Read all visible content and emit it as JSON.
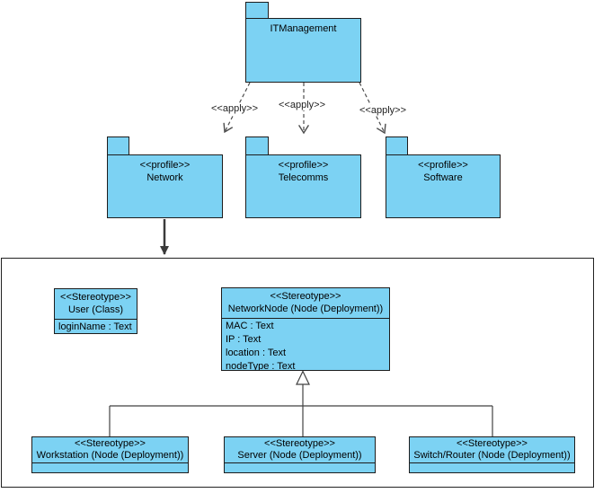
{
  "diagram": {
    "root_package": {
      "name": "ITManagement"
    },
    "dependencies": {
      "labels": [
        "<<apply>>",
        "<<apply>>",
        "<<apply>>"
      ]
    },
    "profiles": [
      {
        "stereotype": "<<profile>>",
        "name": "Network"
      },
      {
        "stereotype": "<<profile>>",
        "name": "Telecomms"
      },
      {
        "stereotype": "<<profile>>",
        "name": "Software"
      }
    ],
    "classes": {
      "user": {
        "keyword": "<<Stereotype>>",
        "name": "User (Class)",
        "attributes": [
          "loginName : Text"
        ]
      },
      "networkNode": {
        "keyword": "<<Stereotype>>",
        "name": "NetworkNode (Node (Deployment))",
        "attributes": [
          "MAC : Text",
          "IP : Text",
          "location : Text",
          "nodeType : Text"
        ]
      },
      "workstation": {
        "keyword": "<<Stereotype>>",
        "name": "Workstation (Node (Deployment))"
      },
      "server": {
        "keyword": "<<Stereotype>>",
        "name": "Server (Node (Deployment))"
      },
      "switchRouter": {
        "keyword": "<<Stereotype>>",
        "name": "Switch/Router (Node (Deployment))"
      }
    },
    "colors": {
      "node_fill": "#7CD2F3",
      "node_border": "#1d1d1d",
      "connector": "#4a4a4a"
    }
  }
}
